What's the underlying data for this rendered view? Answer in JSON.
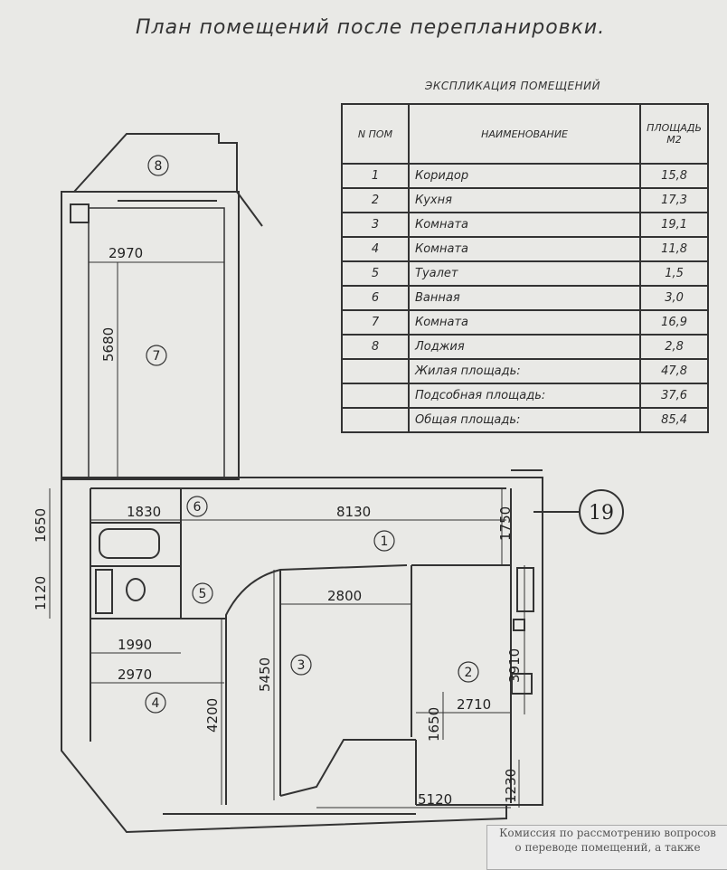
{
  "title": "План помещений после перепланировки.",
  "explication": {
    "title": "ЭКСПЛИКАЦИЯ ПОМЕЩЕНИЙ",
    "headers": {
      "num": "N ПОМ",
      "name": "НАИМЕНОВАНИЕ",
      "area": "ПЛОЩАДЬ М2"
    },
    "rows": [
      {
        "num": "1",
        "name": "Коридор",
        "area": "15,8"
      },
      {
        "num": "2",
        "name": "Кухня",
        "area": "17,3"
      },
      {
        "num": "3",
        "name": "Комната",
        "area": "19,1"
      },
      {
        "num": "4",
        "name": "Комната",
        "area": "11,8"
      },
      {
        "num": "5",
        "name": "Туалет",
        "area": "1,5"
      },
      {
        "num": "6",
        "name": "Ванная",
        "area": "3,0"
      },
      {
        "num": "7",
        "name": "Комната",
        "area": "16,9"
      },
      {
        "num": "8",
        "name": "Лоджия",
        "area": "2,8"
      }
    ],
    "totals": [
      {
        "name": "Жилая площадь:",
        "area": "47,8"
      },
      {
        "name": "Подсобная площадь:",
        "area": "37,6"
      },
      {
        "name": "Общая площадь:",
        "area": "85,4"
      }
    ]
  },
  "plan": {
    "dims": {
      "d2970a": "2970",
      "d5680": "5680",
      "d1830": "1830",
      "d8130": "8130",
      "d1750": "1750",
      "d1650a": "1650",
      "d1120": "1120",
      "d1990": "1990",
      "d2970b": "2970",
      "d4200": "4200",
      "d5450": "5450",
      "d2800": "2800",
      "d3910": "3910",
      "d2710": "2710",
      "d1650b": "1650",
      "d5120": "5120",
      "d1230": "1230"
    },
    "rooms": {
      "r1": "1",
      "r2": "2",
      "r3": "3",
      "r4": "4",
      "r5": "5",
      "r6": "6",
      "r7": "7",
      "r8": "8"
    },
    "axis": "19"
  },
  "stamp": {
    "line1": "Комиссия по рассмотрению вопросов",
    "line2": "о переводе помещений, а также"
  }
}
